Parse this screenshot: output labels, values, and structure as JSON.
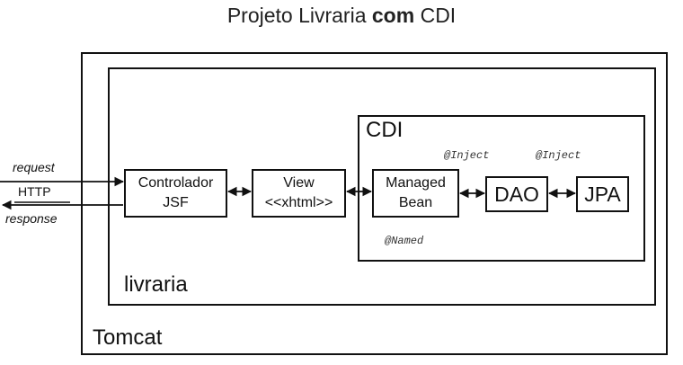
{
  "title": {
    "prefix": "Projeto Livraria ",
    "bold": "com",
    "suffix": " CDI"
  },
  "containers": {
    "tomcat": "Tomcat",
    "livraria": "livraria",
    "cdi": "CDI"
  },
  "nodes": {
    "controlador": "Controlador\nJSF",
    "view": "View\n<<xhtml>>",
    "managed_bean": "Managed\nBean",
    "dao": "DAO",
    "jpa": "JPA"
  },
  "annotations": {
    "inject_dao": "@Inject",
    "inject_jpa": "@Inject",
    "named": "@Named"
  },
  "client": {
    "request": "request",
    "protocol": "HTTP",
    "response": "response"
  }
}
